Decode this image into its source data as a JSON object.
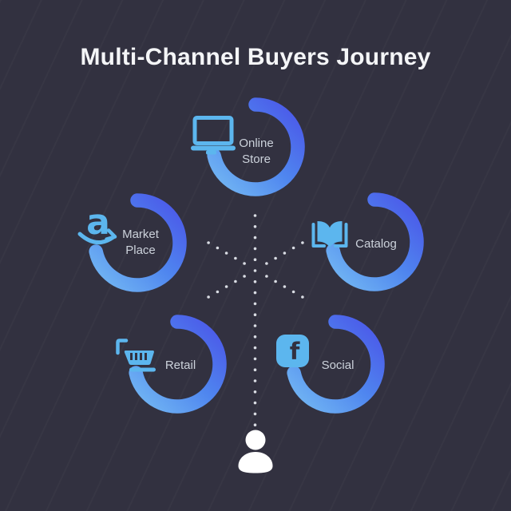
{
  "title": "Multi-Channel Buyers Journey",
  "nodes": [
    {
      "id": "online-store",
      "label": "Online Store",
      "lines": [
        "Online",
        "Store"
      ],
      "icon": "laptop-icon"
    },
    {
      "id": "market-place",
      "label": "Market Place",
      "lines": [
        "Market",
        "Place"
      ],
      "icon": "amazon-marketplace-icon"
    },
    {
      "id": "catalog",
      "label": "Catalog",
      "lines": [
        "Catalog"
      ],
      "icon": "open-book-icon"
    },
    {
      "id": "retail",
      "label": "Retail",
      "lines": [
        "Retail"
      ],
      "icon": "shopping-cart-icon"
    },
    {
      "id": "social",
      "label": "Social",
      "lines": [
        "Social"
      ],
      "icon": "facebook-icon"
    }
  ],
  "center": {
    "person_icon": "buyer-person-icon"
  },
  "colors": {
    "background": "#323140",
    "ring_gradient_start": "#4b55e8",
    "ring_gradient_mid": "#4f86ef",
    "ring_gradient_end": "#74b9f3",
    "icon_blue": "#5cb6ee",
    "label_text": "#ccd2db",
    "title_text": "#f4f5f7",
    "dots": "#d9dce3",
    "person": "#ffffff"
  }
}
